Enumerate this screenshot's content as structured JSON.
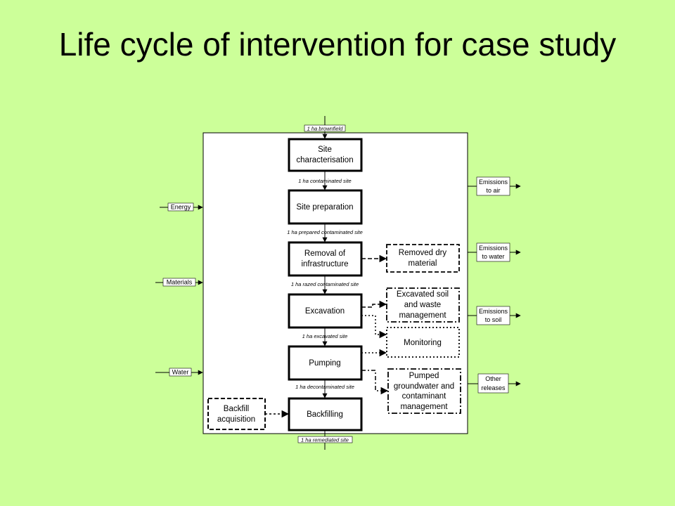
{
  "title": "Life cycle of intervention for case study",
  "diagram": {
    "flows": {
      "f0": "1 ha brownfield",
      "f1": "1 ha contaminated site",
      "f2": "1 ha prepared contaminated site",
      "f3": "1 ha razed contaminated site",
      "f4": "1 ha excavated site",
      "f5": "1 ha decontaminated site",
      "f6": "1 ha remediated site"
    },
    "processes": {
      "site_characterisation": [
        "Site",
        "characterisation"
      ],
      "site_preparation": [
        "Site preparation"
      ],
      "removal_of_infrastructure": [
        "Removal of",
        "infrastructure"
      ],
      "excavation": [
        "Excavation"
      ],
      "pumping": [
        "Pumping"
      ],
      "backfilling": [
        "Backfilling"
      ],
      "backfill_acquisition": [
        "Backfill",
        "acquisition"
      ]
    },
    "outputs": {
      "removed_dry_material": [
        "Removed dry",
        "material"
      ],
      "excavated_soil": [
        "Excavated soil",
        "and waste",
        "management"
      ],
      "monitoring": [
        "Monitoring"
      ],
      "pumped_groundwater": [
        "Pumped",
        "groundwater and",
        "contaminant",
        "management"
      ]
    },
    "inputs": {
      "energy": "Energy",
      "materials": "Materials",
      "water": "Water"
    },
    "emissions": {
      "air": [
        "Emissions",
        "to air"
      ],
      "water": [
        "Emissions",
        "to water"
      ],
      "soil": [
        "Emissions",
        "to soil"
      ],
      "other": [
        "Other",
        "releases"
      ]
    }
  }
}
